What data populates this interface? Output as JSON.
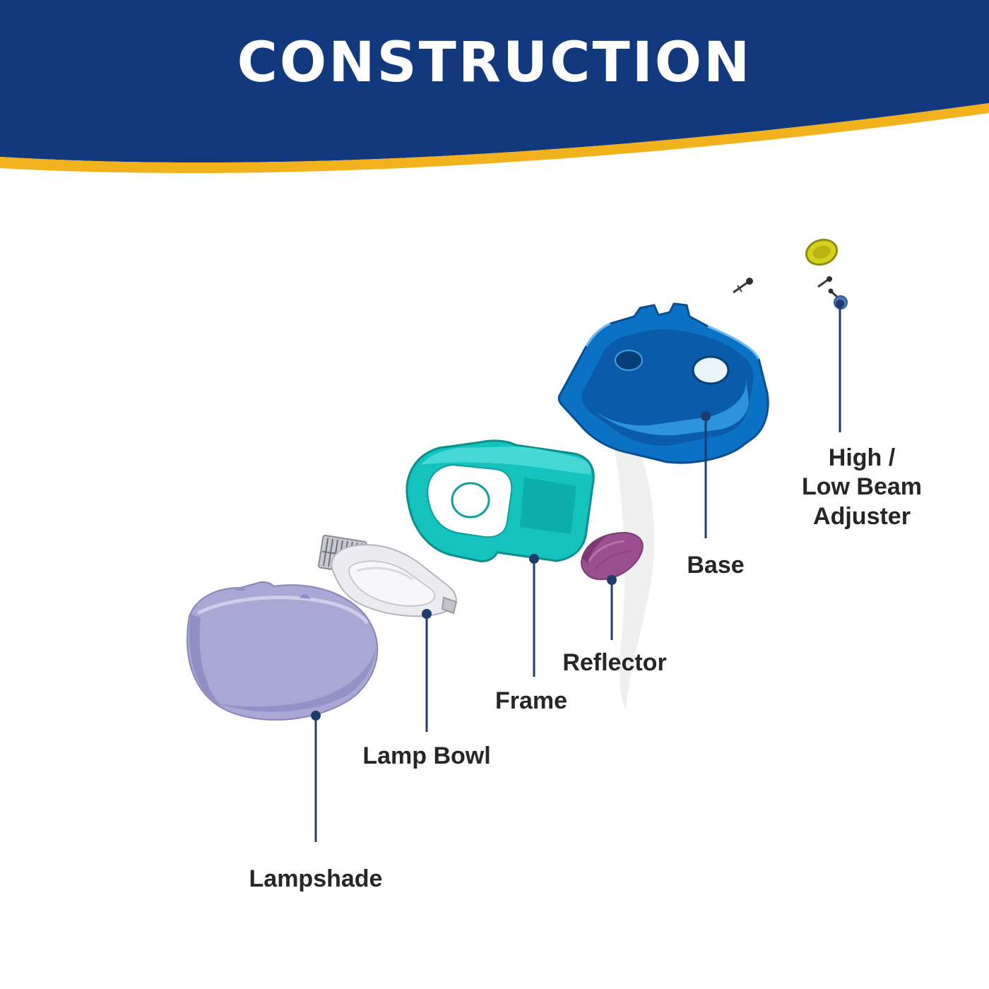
{
  "header": {
    "title": "CONSTRUCTION",
    "background_color": "#12387e",
    "accent_color": "#f2b21d",
    "title_color": "#ffffff"
  },
  "diagram": {
    "leader_color": "#1d3c6d",
    "label_color": "#262626",
    "parts": [
      {
        "id": "lampshade",
        "label": "Lampshade",
        "color": "#a9a7d3"
      },
      {
        "id": "lamp-bowl",
        "label": "Lamp Bowl",
        "color": "#ececf0"
      },
      {
        "id": "frame",
        "label": "Frame",
        "color": "#14c2be"
      },
      {
        "id": "reflector",
        "label": "Reflector",
        "color": "#9b4f91"
      },
      {
        "id": "base",
        "label": "Base",
        "color": "#0b72c6"
      },
      {
        "id": "adjuster",
        "label": "High /\nLow Beam Adjuster",
        "color": "#d6d21c"
      }
    ]
  }
}
